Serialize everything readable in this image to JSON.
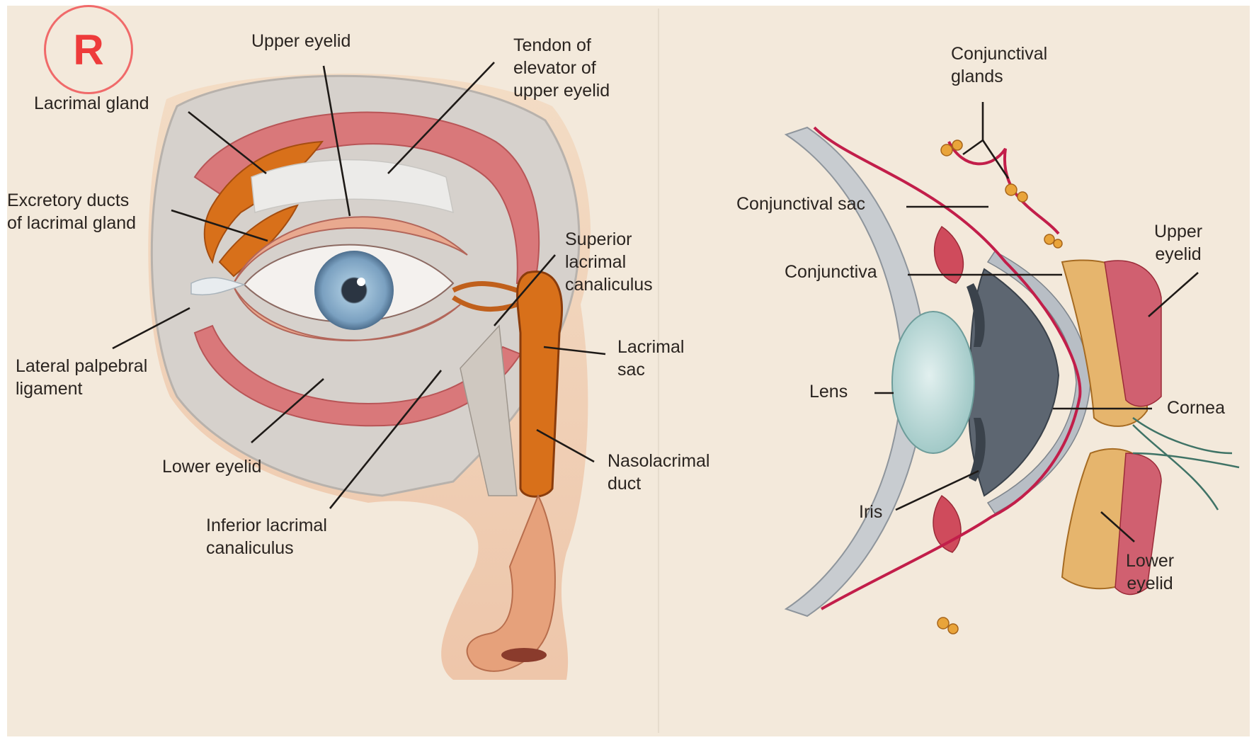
{
  "badge": "R",
  "labels": {
    "upper_eyelid_left": "Upper eyelid",
    "lacrimal_gland": "Lacrimal gland",
    "tendon_elevator": "Tendon of\nelevator of\nupper eyelid",
    "excretory_ducts": "Excretory ducts\nof lacrimal gland",
    "superior_canaliculus": "Superior\nlacrimal\ncanaliculus",
    "lacrimal_sac": "Lacrimal\nsac",
    "lateral_palpebral": "Lateral palpebral\nligament",
    "nasolacrimal_duct": "Nasolacrimal\nduct",
    "lower_eyelid_left": "Lower eyelid",
    "inferior_canaliculus": "Inferior lacrimal\ncanaliculus",
    "conjunctival_glands": "Conjunctival\nglands",
    "conjunctival_sac": "Conjunctival sac",
    "conjunctiva": "Conjunctiva",
    "upper_eyelid_right": "Upper\neyelid",
    "lens": "Lens",
    "cornea": "Cornea",
    "iris": "Iris",
    "lower_eyelid_right": "Lower\neyelid"
  },
  "colors": {
    "paper": "#f3e9db",
    "muscle": "#d9787a",
    "gland": "#d8701a",
    "sclera": "#f4f1ee",
    "iris": "#7fa3c2",
    "bone": "#d4d0cc",
    "skin": "#efbf98",
    "lens": "#b7d8d6",
    "interior": "#5d6671",
    "conjunctiva": "#c21e4a",
    "badge": "#ee3b3b"
  }
}
